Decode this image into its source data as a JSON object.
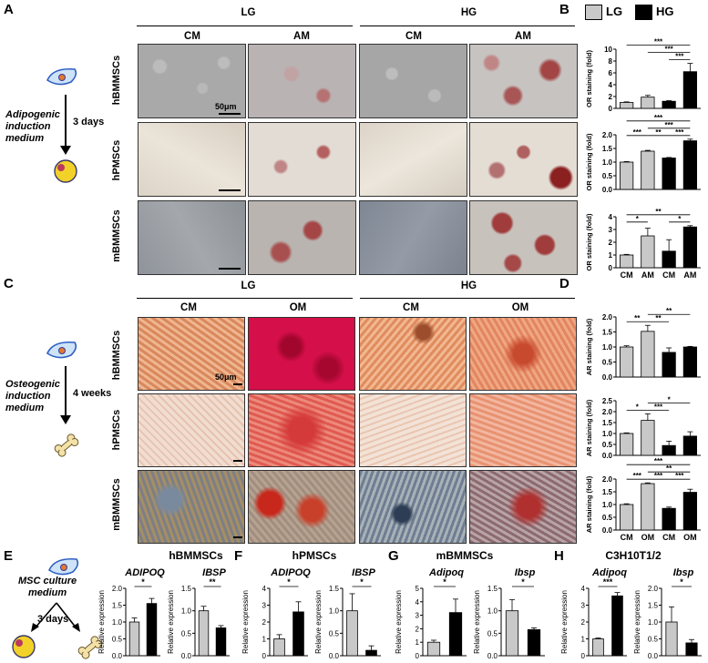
{
  "panels": {
    "A": "A",
    "B": "B",
    "C": "C",
    "D": "D",
    "E": "E",
    "F": "F",
    "G": "G",
    "H": "H"
  },
  "panelA": {
    "group_lg": "LG",
    "group_hg": "HG",
    "cols": [
      "CM",
      "AM",
      "CM",
      "AM"
    ],
    "rows": [
      "hBMMSCs",
      "hPMSCs",
      "mBMMSCs"
    ],
    "scale": "50μm",
    "schematic_text": [
      "Adipogenic",
      "induction",
      "medium"
    ],
    "duration": "3 days"
  },
  "panelC": {
    "group_lg": "LG",
    "group_hg": "HG",
    "cols": [
      "CM",
      "OM",
      "CM",
      "OM"
    ],
    "rows": [
      "hBMMSCs",
      "hPMSCs",
      "mBMMSCs"
    ],
    "scale": "50μm",
    "schematic_text": [
      "Osteogenic",
      "induction",
      "medium"
    ],
    "duration": "4 weeks"
  },
  "panelE": {
    "schematic_text": [
      "MSC culture",
      "medium"
    ],
    "duration": "3 days"
  },
  "legend": {
    "lg": "LG",
    "hg": "HG",
    "lg_color": "#c8c8c8",
    "hg_color": "#000000"
  },
  "chart_data": [
    {
      "id": "B1",
      "type": "bar",
      "ylabel": "OR staining (fold)",
      "ylim": [
        0,
        10
      ],
      "yticks": [
        0,
        2,
        4,
        6,
        8,
        10
      ],
      "categories": [
        "CM",
        "AM",
        "CM",
        "AM"
      ],
      "values": [
        1.0,
        1.9,
        1.2,
        6.2
      ],
      "errors": [
        0.1,
        0.3,
        0.1,
        1.4
      ],
      "colors": [
        "#c8c8c8",
        "#c8c8c8",
        "#000000",
        "#000000"
      ],
      "show_xlabels": false,
      "sig": [
        {
          "from": 0,
          "to": 3,
          "label": "***"
        },
        {
          "from": 1,
          "to": 3,
          "label": "***"
        },
        {
          "from": 2,
          "to": 3,
          "label": "***"
        }
      ]
    },
    {
      "id": "B2",
      "type": "bar",
      "ylabel": "OR staining (fold)",
      "ylim": [
        0,
        2.0
      ],
      "yticks": [
        0.0,
        0.5,
        1.0,
        1.5,
        2.0
      ],
      "categories": [
        "CM",
        "AM",
        "CM",
        "AM"
      ],
      "values": [
        1.0,
        1.4,
        1.15,
        1.78
      ],
      "errors": [
        0.02,
        0.03,
        0.02,
        0.06
      ],
      "colors": [
        "#c8c8c8",
        "#c8c8c8",
        "#000000",
        "#000000"
      ],
      "show_xlabels": false,
      "sig": [
        {
          "from": 0,
          "to": 3,
          "label": "***"
        },
        {
          "from": 1,
          "to": 3,
          "label": "***"
        },
        {
          "from": 0,
          "to": 1,
          "label": "***"
        },
        {
          "from": 1,
          "to": 2,
          "label": "**"
        },
        {
          "from": 2,
          "to": 3,
          "label": "***"
        }
      ]
    },
    {
      "id": "B3",
      "type": "bar",
      "ylabel": "OR staining (fold)",
      "ylim": [
        0,
        4
      ],
      "yticks": [
        0,
        1,
        2,
        3,
        4
      ],
      "categories": [
        "CM",
        "AM",
        "CM",
        "AM"
      ],
      "values": [
        1.0,
        2.5,
        1.3,
        3.2
      ],
      "errors": [
        0.05,
        0.6,
        0.9,
        0.1
      ],
      "colors": [
        "#c8c8c8",
        "#c8c8c8",
        "#000000",
        "#000000"
      ],
      "show_xlabels": true,
      "sig": [
        {
          "from": 0,
          "to": 3,
          "label": "**"
        },
        {
          "from": 0,
          "to": 1,
          "label": "*"
        },
        {
          "from": 2,
          "to": 3,
          "label": "*"
        }
      ]
    },
    {
      "id": "D1",
      "type": "bar",
      "ylabel": "AR staining (fold)",
      "ylim": [
        0,
        2.0
      ],
      "yticks": [
        0.0,
        0.5,
        1.0,
        1.5,
        2.0
      ],
      "categories": [
        "CM",
        "OM",
        "CM",
        "OM"
      ],
      "values": [
        1.0,
        1.52,
        0.82,
        1.0
      ],
      "errors": [
        0.04,
        0.2,
        0.15,
        0.02
      ],
      "colors": [
        "#c8c8c8",
        "#c8c8c8",
        "#000000",
        "#000000"
      ],
      "show_xlabels": false,
      "sig": [
        {
          "from": 1,
          "to": 3,
          "label": "**"
        },
        {
          "from": 0,
          "to": 1,
          "label": "**"
        },
        {
          "from": 1,
          "to": 2,
          "label": "**"
        }
      ]
    },
    {
      "id": "D2",
      "type": "bar",
      "ylabel": "AR staining (fold)",
      "ylim": [
        0,
        2.5
      ],
      "yticks": [
        0.0,
        0.5,
        1.0,
        1.5,
        2.0,
        2.5
      ],
      "categories": [
        "CM",
        "OM",
        "CM",
        "OM"
      ],
      "values": [
        1.0,
        1.6,
        0.45,
        0.88
      ],
      "errors": [
        0.03,
        0.3,
        0.2,
        0.2
      ],
      "colors": [
        "#c8c8c8",
        "#c8c8c8",
        "#000000",
        "#000000"
      ],
      "show_xlabels": false,
      "sig": [
        {
          "from": 1,
          "to": 3,
          "label": "*"
        },
        {
          "from": 0,
          "to": 1,
          "label": "*"
        },
        {
          "from": 1,
          "to": 2,
          "label": "***"
        }
      ]
    },
    {
      "id": "D3",
      "type": "bar",
      "ylabel": "AR staining (fold)",
      "ylim": [
        0,
        2.0
      ],
      "yticks": [
        0.0,
        0.5,
        1.0,
        1.5,
        2.0
      ],
      "categories": [
        "CM",
        "OM",
        "CM",
        "OM"
      ],
      "values": [
        1.0,
        1.82,
        0.85,
        1.48
      ],
      "errors": [
        0.03,
        0.03,
        0.05,
        0.12
      ],
      "colors": [
        "#c8c8c8",
        "#c8c8c8",
        "#000000",
        "#000000"
      ],
      "show_xlabels": true,
      "sig": [
        {
          "from": 0,
          "to": 3,
          "label": "***"
        },
        {
          "from": 1,
          "to": 3,
          "label": "**"
        },
        {
          "from": 0,
          "to": 1,
          "label": "***"
        },
        {
          "from": 1,
          "to": 2,
          "label": "***"
        },
        {
          "from": 2,
          "to": 3,
          "label": "***"
        }
      ]
    },
    {
      "id": "E1",
      "type": "bar",
      "group_title": "hBMMSCs",
      "title": "ADIPOQ",
      "ylabel": "Relative expression",
      "ylim": [
        0,
        2.0
      ],
      "yticks": [
        0.0,
        0.5,
        1.0,
        1.5,
        2.0
      ],
      "values": [
        1.0,
        1.55
      ],
      "errors": [
        0.12,
        0.15
      ],
      "colors": [
        "#c8c8c8",
        "#000000"
      ],
      "sig": [
        {
          "from": 0,
          "to": 1,
          "label": "*"
        }
      ]
    },
    {
      "id": "E2",
      "type": "bar",
      "title": "IBSP",
      "ylabel": "Relative expression",
      "ylim": [
        0,
        1.5
      ],
      "yticks": [
        0.0,
        0.5,
        1.0,
        1.5
      ],
      "values": [
        1.0,
        0.62
      ],
      "errors": [
        0.1,
        0.05
      ],
      "colors": [
        "#c8c8c8",
        "#000000"
      ],
      "sig": [
        {
          "from": 0,
          "to": 1,
          "label": "**"
        }
      ]
    },
    {
      "id": "F1",
      "type": "bar",
      "group_title": "hPMSCs",
      "title": "ADIPOQ",
      "ylabel": "Relative expression",
      "ylim": [
        0,
        4
      ],
      "yticks": [
        0,
        1,
        2,
        3,
        4
      ],
      "values": [
        1.0,
        2.6
      ],
      "errors": [
        0.25,
        0.6
      ],
      "colors": [
        "#c8c8c8",
        "#000000"
      ],
      "sig": [
        {
          "from": 0,
          "to": 1,
          "label": "*"
        }
      ]
    },
    {
      "id": "F2",
      "type": "bar",
      "title": "IBSP",
      "ylabel": "Relative expression",
      "ylim": [
        0,
        1.5
      ],
      "yticks": [
        0.0,
        0.5,
        1.0,
        1.5
      ],
      "values": [
        1.0,
        0.12
      ],
      "errors": [
        0.38,
        0.1
      ],
      "colors": [
        "#c8c8c8",
        "#000000"
      ],
      "sig": [
        {
          "from": 0,
          "to": 1,
          "label": "*"
        }
      ]
    },
    {
      "id": "G1",
      "type": "bar",
      "group_title": "mBMMSCs",
      "title": "Adipoq",
      "ylabel": "Relative expression",
      "ylim": [
        0,
        5
      ],
      "yticks": [
        0,
        1,
        2,
        3,
        4,
        5
      ],
      "values": [
        1.0,
        3.2
      ],
      "errors": [
        0.15,
        1.0
      ],
      "colors": [
        "#c8c8c8",
        "#000000"
      ],
      "sig": [
        {
          "from": 0,
          "to": 1,
          "label": "*"
        }
      ]
    },
    {
      "id": "G2",
      "type": "bar",
      "title": "Ibsp",
      "ylabel": "Relative expression",
      "ylim": [
        0,
        1.5
      ],
      "yticks": [
        0.0,
        0.5,
        1.0,
        1.5
      ],
      "values": [
        1.0,
        0.58
      ],
      "errors": [
        0.25,
        0.04
      ],
      "colors": [
        "#c8c8c8",
        "#000000"
      ],
      "sig": [
        {
          "from": 0,
          "to": 1,
          "label": "*"
        }
      ]
    },
    {
      "id": "H1",
      "type": "bar",
      "group_title": "C3H10T1/2",
      "title": "Adipoq",
      "ylabel": "Relative expression",
      "ylim": [
        0,
        4
      ],
      "yticks": [
        0,
        1,
        2,
        3,
        4
      ],
      "values": [
        1.0,
        3.55
      ],
      "errors": [
        0.05,
        0.2
      ],
      "colors": [
        "#c8c8c8",
        "#000000"
      ],
      "sig": [
        {
          "from": 0,
          "to": 1,
          "label": "***"
        }
      ]
    },
    {
      "id": "H2",
      "type": "bar",
      "title": "Ibsp",
      "ylabel": "Relative expression",
      "ylim": [
        0,
        2.0
      ],
      "yticks": [
        0.0,
        0.5,
        1.0,
        1.5,
        2.0
      ],
      "values": [
        1.0,
        0.38
      ],
      "errors": [
        0.45,
        0.1
      ],
      "colors": [
        "#c8c8c8",
        "#000000"
      ],
      "sig": [
        {
          "from": 0,
          "to": 1,
          "label": "*"
        }
      ]
    }
  ]
}
